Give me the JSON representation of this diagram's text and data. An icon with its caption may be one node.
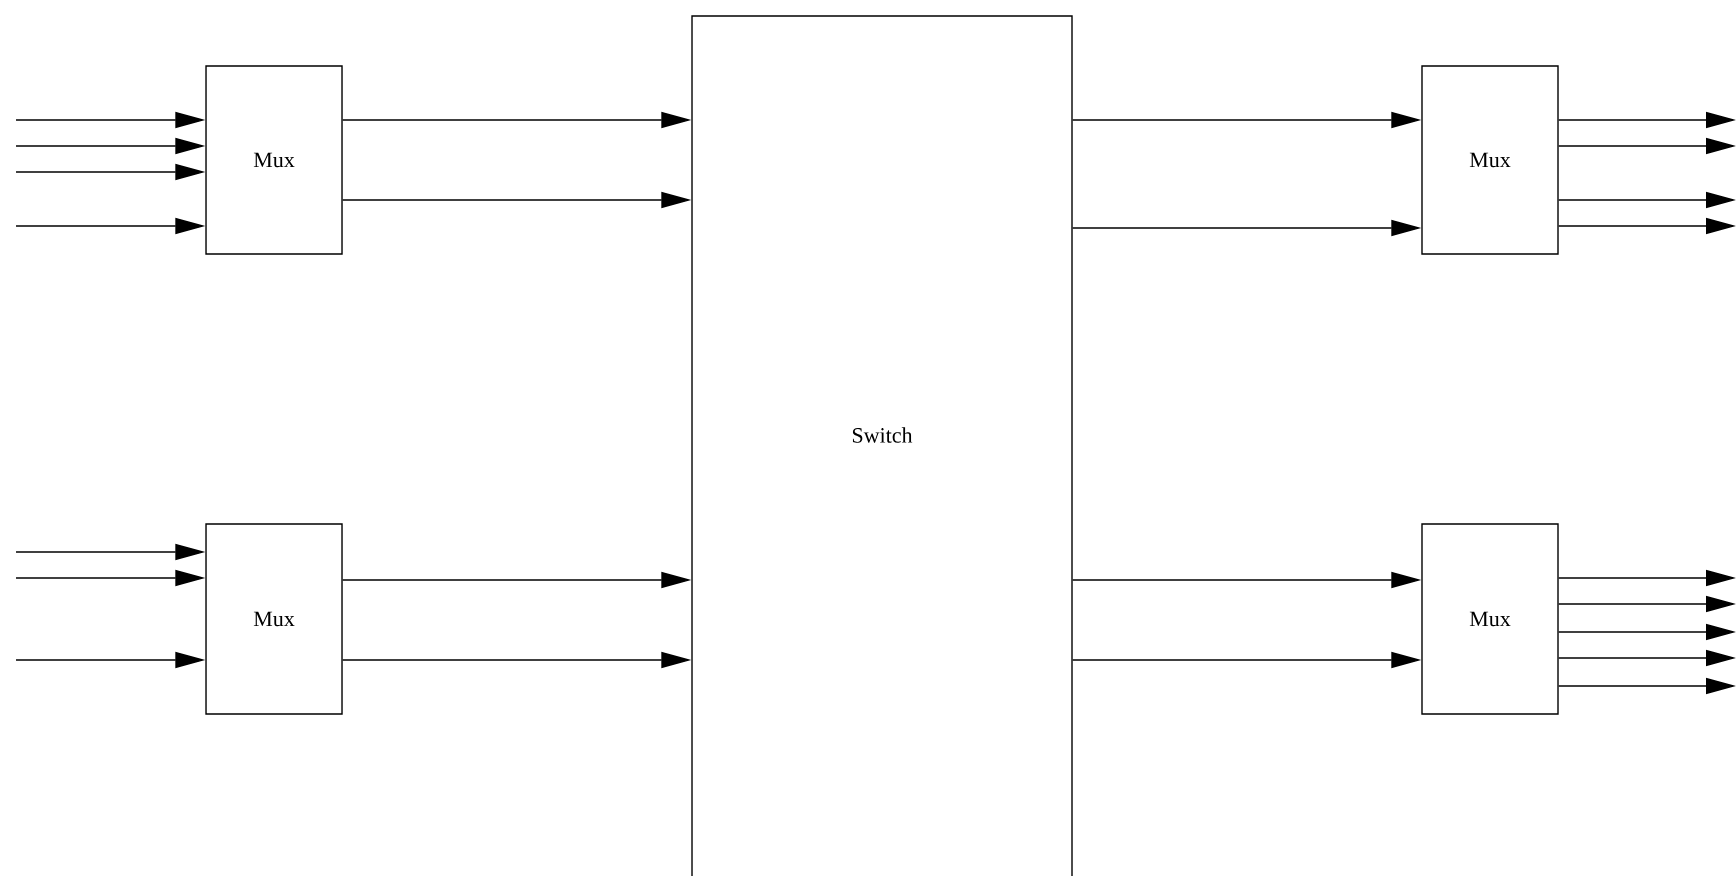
{
  "diagram": {
    "nodes": [
      {
        "text": [
          "Mux"
        ]
      },
      {
        "text": [
          "Mux"
        ]
      },
      {
        "text": [
          "Switch"
        ]
      },
      {
        "text": [
          "Mux"
        ]
      },
      {
        "text": [
          "Mux"
        ]
      }
    ],
    "edges": [
      {
        "from": null,
        "to": 0,
        "arrow": "to"
      },
      {
        "from": null,
        "to": 0,
        "arrow": "to"
      },
      {
        "from": null,
        "to": 0,
        "arrow": "to"
      },
      {
        "from": null,
        "to": 0,
        "arrow": "to"
      },
      {
        "from": null,
        "to": 1,
        "arrow": "to"
      },
      {
        "from": null,
        "to": 1,
        "arrow": "to"
      },
      {
        "from": null,
        "to": 1,
        "arrow": "to"
      },
      {
        "from": 0,
        "to": 2,
        "arrow": "to"
      },
      {
        "from": 0,
        "to": 2,
        "arrow": "to"
      },
      {
        "from": 1,
        "to": 2,
        "arrow": "to"
      },
      {
        "from": 1,
        "to": 2,
        "arrow": "to"
      },
      {
        "from": 2,
        "to": 3,
        "arrow": "to"
      },
      {
        "from": 2,
        "to": 3,
        "arrow": "to"
      },
      {
        "from": 2,
        "to": 4,
        "arrow": "to"
      },
      {
        "from": 2,
        "to": 4,
        "arrow": "to"
      },
      {
        "from": 3,
        "to": null,
        "arrow": "to"
      },
      {
        "from": 3,
        "to": null,
        "arrow": "to"
      },
      {
        "from": 3,
        "to": null,
        "arrow": "to"
      },
      {
        "from": 3,
        "to": null,
        "arrow": "to"
      },
      {
        "from": 4,
        "to": null,
        "arrow": "to"
      },
      {
        "from": 4,
        "to": null,
        "arrow": "to"
      },
      {
        "from": 4,
        "to": null,
        "arrow": "to"
      },
      {
        "from": 4,
        "to": null,
        "arrow": "to"
      },
      {
        "from": 4,
        "to": null,
        "arrow": "to"
      }
    ]
  }
}
